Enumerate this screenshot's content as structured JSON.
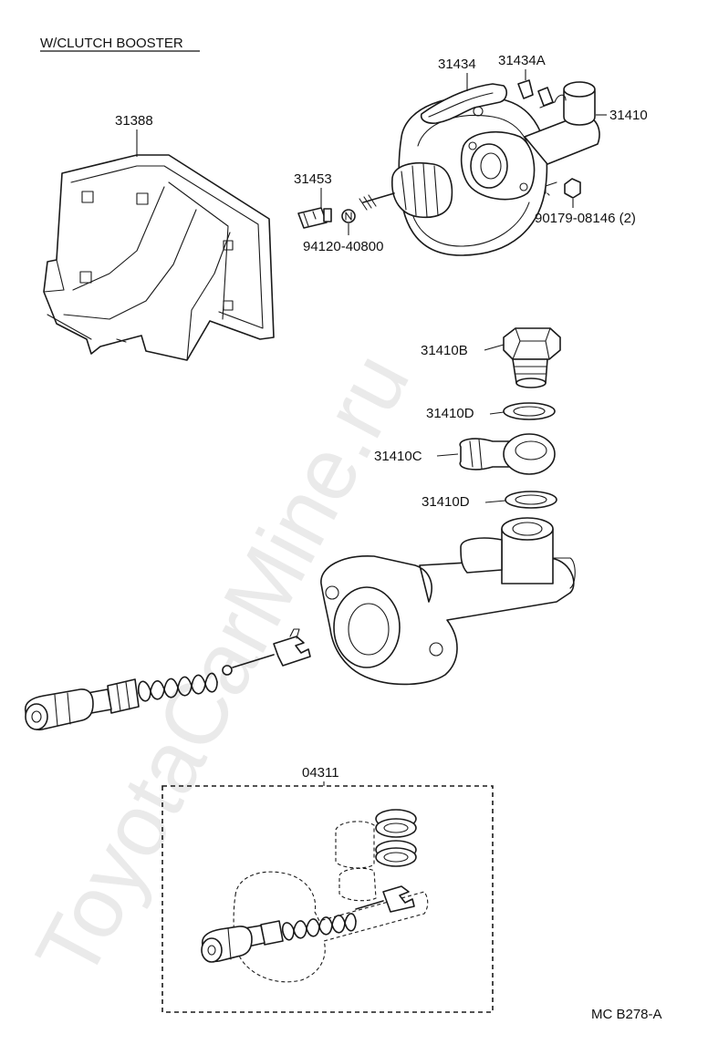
{
  "header": {
    "title": "W/CLUTCH BOOSTER"
  },
  "watermark": "ToyotaCarMine.ru",
  "parts": {
    "p31388": "31388",
    "p31434": "31434",
    "p31434A": "31434A",
    "p31410": "31410",
    "p31453": "31453",
    "p90179": "90179-08146 (2)",
    "p94120": "94120-40800",
    "p31410B": "31410B",
    "p31410D_upper": "31410D",
    "p31410C": "31410C",
    "p31410D_lower": "31410D",
    "p04311": "04311"
  },
  "footer": {
    "code": "MC B278-A"
  }
}
